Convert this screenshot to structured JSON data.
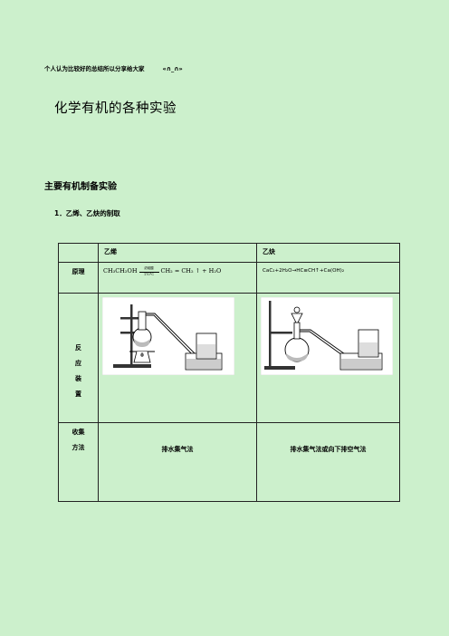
{
  "header_note": {
    "text": "个人认为比较好的总结所以分享给大家",
    "tail": "«∩_∩»"
  },
  "title": "化学有机的各种实验",
  "section_heading": "主要有机制备实验",
  "sub_heading": "1．乙烯、乙炔的制取",
  "table": {
    "col1": "乙烯",
    "col2": "乙炔",
    "principle_label": "原理",
    "ethylene_equation": {
      "left": "CH₃CH₂OH",
      "cond_top": "浓硫酸",
      "cond_bottom": "170°C",
      "right": "CH₂ = CH₂ ↑ + H₂O"
    },
    "acetylene_equation": "CaC₂+2H₂O→HC≡CH↑+Ca(OH)₂",
    "apparatus_label": [
      "反",
      "应",
      "装",
      "置"
    ],
    "collection_label": [
      "收集",
      "方法"
    ],
    "ethylene_collection": "排水集气法",
    "acetylene_collection": "排水集气法或向下排空气法"
  }
}
